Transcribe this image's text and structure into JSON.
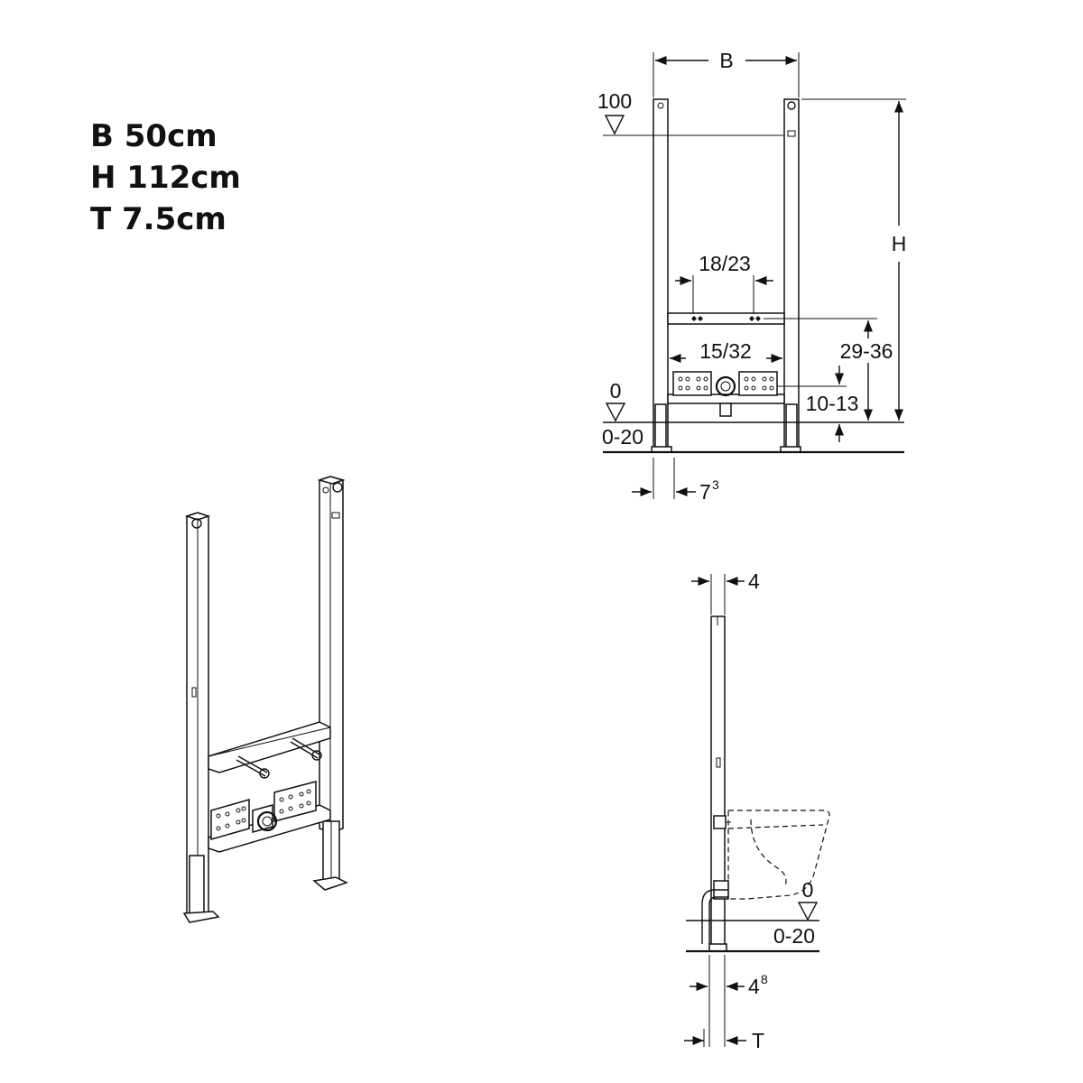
{
  "specs": {
    "width_line": "B 50cm",
    "height_line": "H 112cm",
    "depth_line": "T 7.5cm"
  },
  "front_view": {
    "dim_B": "B",
    "level_100": "100",
    "dim_H": "H",
    "dim_18_23": "18/23",
    "dim_15_32": "15/32",
    "dim_29_36": "29-36",
    "level_0": "0",
    "dim_10_13": "10-13",
    "dim_0_20": "0-20",
    "dim_7_base": "7",
    "dim_7_sup": "3"
  },
  "side_view": {
    "dim_4": "4",
    "level_0": "0",
    "dim_0_20": "0-20",
    "dim_4_base": "4",
    "dim_4_sup": "8",
    "dim_T": "T"
  }
}
